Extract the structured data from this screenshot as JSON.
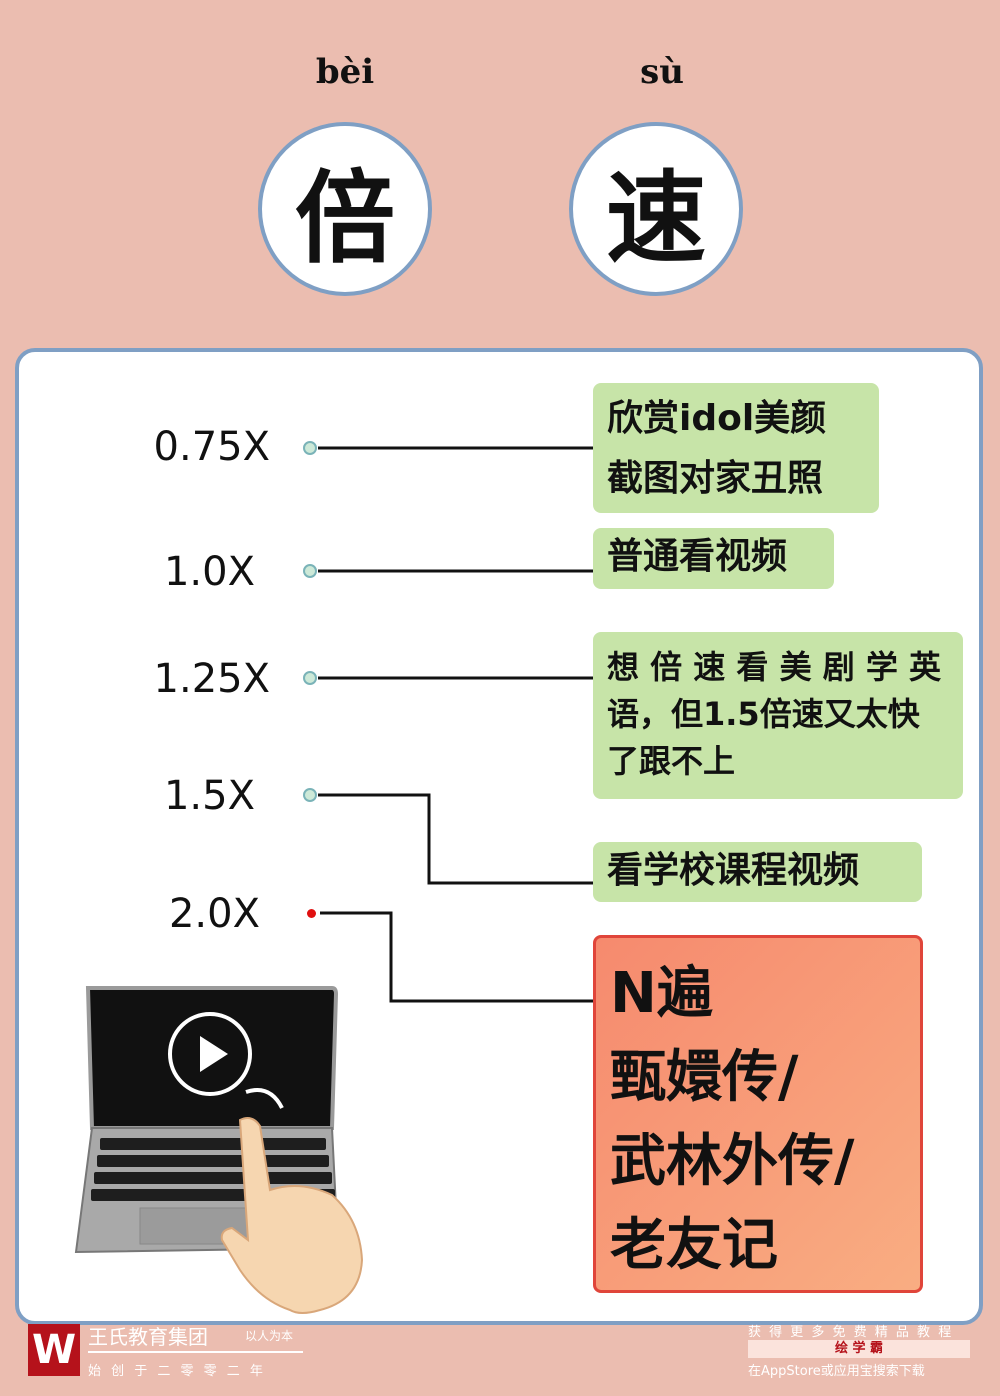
{
  "title": {
    "chars": [
      {
        "pinyin": "bèi",
        "hanzi": "倍"
      },
      {
        "pinyin": "sù",
        "hanzi": "速"
      }
    ]
  },
  "speeds": [
    {
      "label": "0.75X",
      "desc_lines": [
        "欣赏idol美颜",
        "截图对家丑照"
      ]
    },
    {
      "label": "1.0X",
      "desc_lines": [
        "普通看视频"
      ]
    },
    {
      "label": "1.25X",
      "desc_lines": [
        "想 倍 速 看 美 剧 学 英",
        "语，但1.5倍速又太快",
        "了跟不上"
      ]
    },
    {
      "label": "1.5X",
      "desc_lines": [
        "看学校课程视频"
      ]
    },
    {
      "label": "2.0X",
      "desc_lines": [
        "N遍",
        "甄嬛传/",
        "武林外传/",
        "老友记"
      ]
    }
  ],
  "colors": {
    "background": "#ebbdb0",
    "card_border": "#7f9fc4",
    "green_box": "#c7e4a8",
    "orange_box": "#f79a76",
    "highlight_dot": "#e01010"
  },
  "footer": {
    "logo_letter": "W",
    "company": "王氏教育集团",
    "motto": "以人为本",
    "founded": "始 创 于 二 零 零 二 年",
    "promo_top": "获 得 更 多 免 费 精 品 教 程",
    "app_name": "绘 学 霸",
    "promo_bottom": "在AppStore或应用宝搜索下载"
  }
}
